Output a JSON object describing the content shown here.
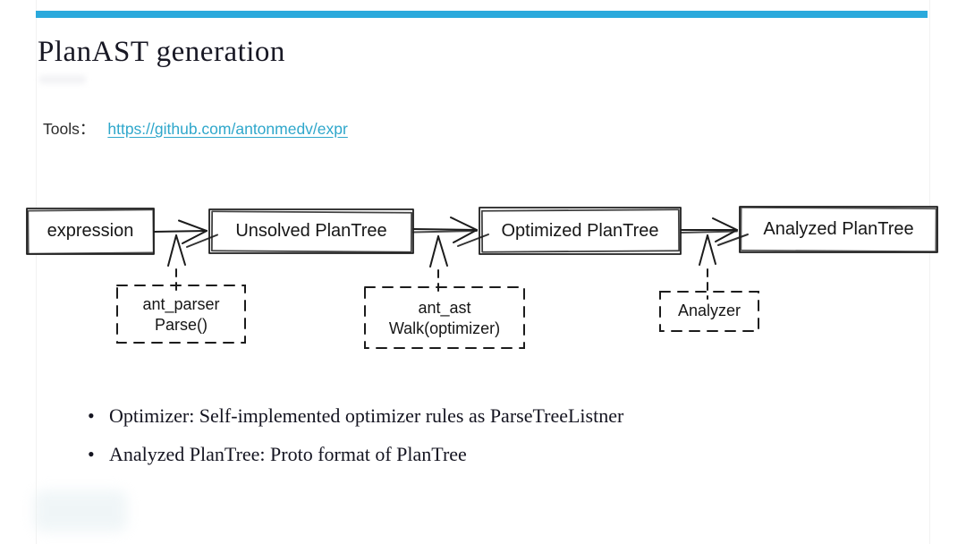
{
  "slide": {
    "title": "PlanAST generation",
    "accent_color": "#2aa9dc",
    "link_color": "#2fa7cb",
    "tools_label": "Tools：",
    "tools_link_text": "https://github.com/antonmedv/expr",
    "tools_link_href": "https://github.com/antonmedv/expr"
  },
  "diagram": {
    "type": "flowchart",
    "nodes": [
      {
        "id": "expression",
        "label": "expression",
        "style": "solid"
      },
      {
        "id": "unsolved-plantree",
        "label": "Unsolved PlanTree",
        "style": "solid"
      },
      {
        "id": "optimized-plantree",
        "label": "Optimized PlanTree",
        "style": "solid"
      },
      {
        "id": "analyzed-plantree",
        "label": "Analyzed PlanTree",
        "style": "solid"
      }
    ],
    "edges": [
      {
        "from": "expression",
        "to": "unsolved-plantree"
      },
      {
        "from": "unsolved-plantree",
        "to": "optimized-plantree"
      },
      {
        "from": "optimized-plantree",
        "to": "analyzed-plantree"
      }
    ],
    "steps": [
      {
        "id": "ant-parser",
        "lines": [
          "ant_parser",
          "Parse()"
        ],
        "style": "dashed",
        "points_to": "edge-1"
      },
      {
        "id": "ant-ast",
        "lines": [
          "ant_ast",
          "Walk(optimizer)"
        ],
        "style": "dashed",
        "points_to": "edge-2"
      },
      {
        "id": "analyzer",
        "lines": [
          "Analyzer"
        ],
        "style": "dashed",
        "points_to": "edge-3"
      }
    ]
  },
  "bullets": [
    "Optimizer: Self-implemented optimizer rules as ParseTreeListner",
    "Analyzed PlanTree: Proto format of PlanTree"
  ]
}
